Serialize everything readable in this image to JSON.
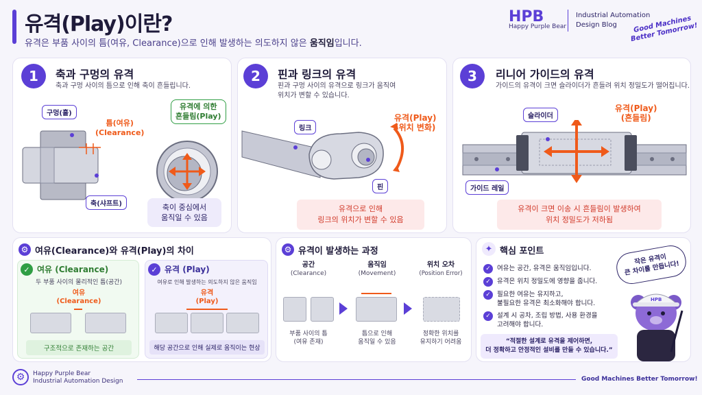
{
  "header": {
    "title": "유격(Play)이란?",
    "subtitle_pre": "유격은 부품 사이의 틈(여유, Clearance)으로 인해 발생하는 의도하지 않은 ",
    "subtitle_bold": "움직임",
    "subtitle_post": "입니다.",
    "logo": "HPB",
    "logo_sub": "Happy Purple Bear",
    "blog_line1": "Industrial Automation",
    "blog_line2": "Design Blog",
    "slogan_line1": "Good Machines",
    "slogan_line2": "Better Tomorrow!"
  },
  "card1": {
    "num": "1",
    "title": "축과 구멍의 유격",
    "desc": "축과 구멍 사이의 틈으로 인해 축이 흔들립니다.",
    "tag_hole": "구멍(홀)",
    "gap_label": "틈(여유)",
    "gap_label_en": "(Clearance)",
    "tag_shaft": "축(샤프트)",
    "play_tag_line1": "유격에 의한",
    "play_tag_line2": "흔들림(Play)",
    "note_line1": "축이 중심에서",
    "note_line2": "움직일 수 있음"
  },
  "card2": {
    "num": "2",
    "title": "핀과 링크의 유격",
    "desc_line1": "핀과 구멍 사이의 유격으로 링크가 움직여",
    "desc_line2": "위치가 변할 수 있습니다.",
    "tag_link": "링크",
    "play_line1": "유격(Play)",
    "play_line2": "(위치 변화)",
    "tag_pin": "핀",
    "note_line1": "유격으로 인해",
    "note_line2": "링크의 위치가 변할 수 있음"
  },
  "card3": {
    "num": "3",
    "title": "리니어 가이드의 유격",
    "desc": "가이드의 유격이 크면 슬라이더가 흔들려 위치 정밀도가 떨어집니다.",
    "tag_slider": "슬라이더",
    "play_line1": "유격(Play)",
    "play_line2": "(흔들림)",
    "tag_rail": "가이드 레일",
    "note_line1": "유격이 크면 이송 시 흔들림이 발생하여",
    "note_line2": "위치 정밀도가 저하됨"
  },
  "diff": {
    "title": "여유(Clearance)와 유격(Play)의 차이",
    "clear_title": "여유 (Clearance)",
    "clear_desc": "두 부품 사이의 물리적인 틈(공간)",
    "clear_label1": "여유",
    "clear_label2": "(Clearance)",
    "clear_foot": "구조적으로 존재하는 공간",
    "play_title": "유격 (Play)",
    "play_desc": "여유로 인해 발생하는 의도하지 않은 움직임",
    "play_label1": "유격",
    "play_label2": "(Play)",
    "play_foot": "해당 공간으로 인해 실제로 움직이는 현상"
  },
  "process": {
    "title": "유격이 발생하는 과정",
    "steps": [
      {
        "t1": "공간",
        "t2": "(Clearance)",
        "b1": "부품 사이의 틈",
        "b2": "(여유 존재)"
      },
      {
        "t1": "움직임",
        "t2": "(Movement)",
        "b1": "틈으로 인해",
        "b2": "움직일 수 있음"
      },
      {
        "t1": "위치 오차",
        "t2": "(Position Error)",
        "b1": "정확한 위치를",
        "b2": "유지하기 어려움"
      }
    ]
  },
  "points": {
    "title": "핵심 포인트",
    "items": [
      "여유는 공간, 유격은 움직임입니다.",
      "유격은 위치 정밀도에 영향을 줍니다.",
      "필요한 여유는 유지하고,\n불필요한 유격은 최소화해야 합니다.",
      "설계 시 공차, 조립 방법, 사용 환경을\n고려해야 합니다."
    ],
    "quote_line1": "“적절한 설계로 유격을 제어하면,",
    "quote_line2": "더 정확하고 안정적인 설비를 만들 수 있습니다.”",
    "bubble_line1": "작은 유격이",
    "bubble_line2": "큰 차이를 만듭니다!",
    "bear_badge": "HPB"
  },
  "footer": {
    "line1": "Happy Purple Bear",
    "line2": "Industrial Automation Design",
    "right": "Good Machines Better Tomorrow!"
  }
}
